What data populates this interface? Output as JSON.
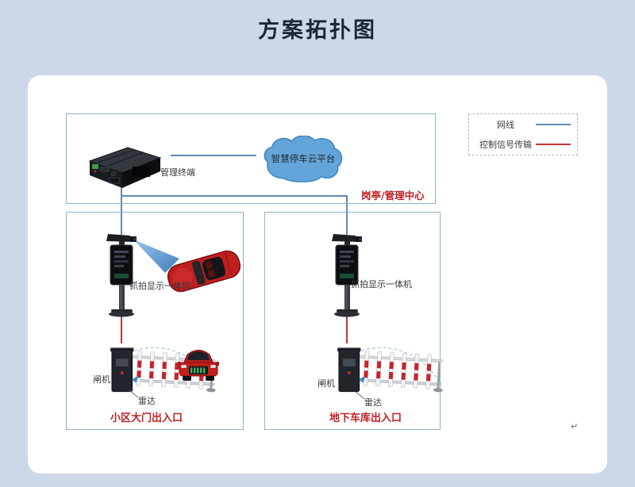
{
  "title": "方案拓扑图",
  "colors": {
    "background": "#ccd8e8",
    "network_line": "#5d8cb0",
    "signal_line": "#c33535",
    "accent_red_text": "#bf2126",
    "cloud_fill": "#63a5d8",
    "box_border": "#8fb3c6"
  },
  "legend": {
    "items": [
      {
        "label": "网线",
        "color": "#5d8cb0"
      },
      {
        "label": "控制信号传输",
        "color": "#c33535"
      }
    ]
  },
  "management_zone": {
    "label": "岗亭/管理中心",
    "terminal_label": "管理终端",
    "cloud_label": "智慧停车云平台"
  },
  "zones": [
    {
      "name": "小区大门出入口",
      "camera_label": "抓拍显示一体机",
      "gate_label": "闸机",
      "radar_label": "雷达"
    },
    {
      "name": "地下车库出入口",
      "camera_label": "抓拍显示一体机",
      "gate_label": "闸机",
      "radar_label": "雷达"
    }
  ],
  "footer": {
    "return_mark": "↵"
  }
}
